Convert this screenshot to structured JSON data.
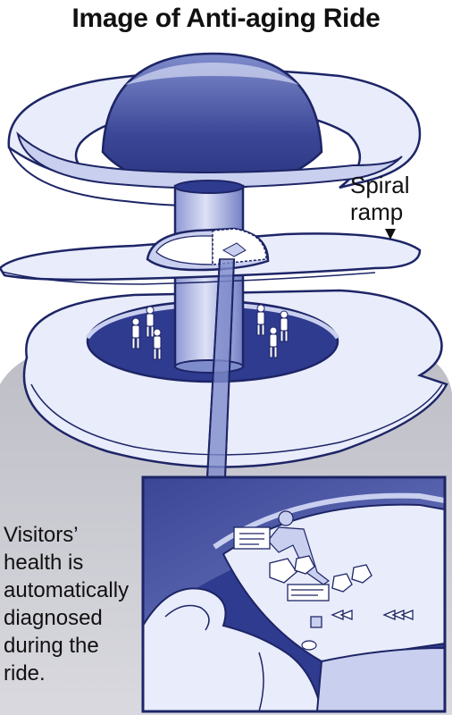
{
  "title": "Image of Anti-aging Ride",
  "labels": {
    "spiral_ramp_line1": "Spiral",
    "spiral_ramp_line2": "ramp",
    "caption_lines": [
      "Visitors’",
      "health is",
      "automatically",
      "diagnosed",
      "during the",
      "ride."
    ]
  },
  "colors": {
    "dark_blue": "#2f3b8f",
    "mid_blue": "#7f8ccc",
    "light_blue": "#c9cfee",
    "pale_blue": "#e9ecfa",
    "gray": "#c9c9d1",
    "outline": "#1d2566"
  }
}
